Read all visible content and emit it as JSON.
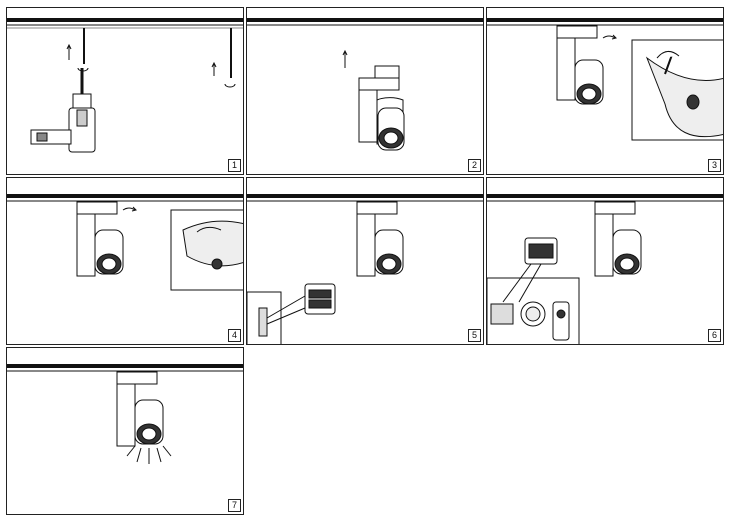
{
  "steps": [
    {
      "number": "1"
    },
    {
      "number": "2"
    },
    {
      "number": "3"
    },
    {
      "number": "4"
    },
    {
      "number": "5"
    },
    {
      "number": "6"
    },
    {
      "number": "7"
    }
  ],
  "icons": {
    "step1": [
      "ceiling-rail-icon",
      "drill-icon",
      "anchor-screw-icon"
    ],
    "step2": [
      "rail-adapter-icon",
      "spotlight-icon"
    ],
    "step3": [
      "spotlight-icon",
      "rotate-lock-icon"
    ],
    "step4": [
      "spotlight-icon",
      "adapter-detail-icon"
    ],
    "step5": [
      "spotlight-icon",
      "dip-switch-icon"
    ],
    "step6": [
      "spotlight-icon",
      "beam-angle-icon"
    ],
    "step7": [
      "spotlight-icon",
      "light-rays-icon"
    ]
  }
}
